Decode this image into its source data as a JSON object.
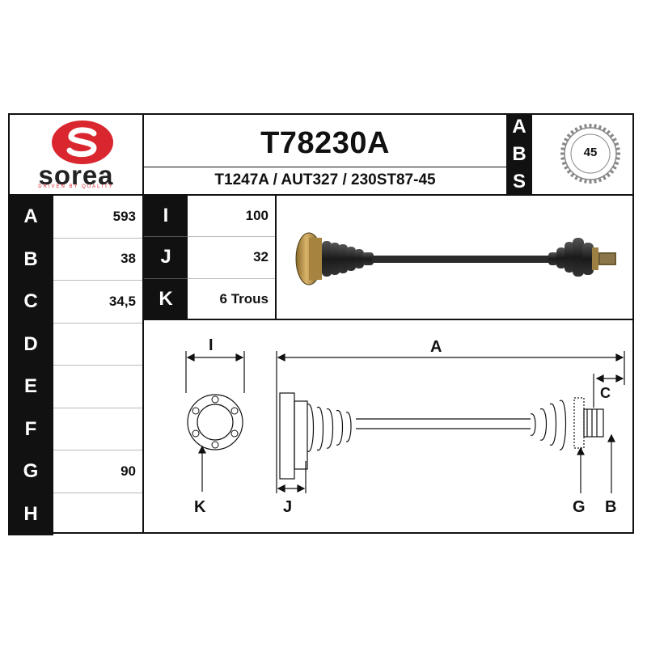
{
  "brand": {
    "logo_letter": "S",
    "name": "sorea",
    "tagline": "DRIVEN BY QUALITY",
    "logo_color": "#d9262f"
  },
  "header": {
    "part_number": "T78230A",
    "cross_refs": "T1247A / AUT327 / 230ST87-45"
  },
  "abs": {
    "letters": [
      "A",
      "B",
      "S"
    ],
    "teeth": "45"
  },
  "specs_left": [
    {
      "key": "A",
      "value": "593"
    },
    {
      "key": "B",
      "value": "38"
    },
    {
      "key": "C",
      "value": "34,5"
    },
    {
      "key": "D",
      "value": ""
    },
    {
      "key": "E",
      "value": ""
    },
    {
      "key": "F",
      "value": ""
    },
    {
      "key": "G",
      "value": "90"
    },
    {
      "key": "H",
      "value": ""
    }
  ],
  "specs_right": [
    {
      "key": "I",
      "value": "100"
    },
    {
      "key": "J",
      "value": "32"
    },
    {
      "key": "K",
      "value": "6 Trous"
    }
  ],
  "diagram": {
    "labels": {
      "I": "I",
      "A": "A",
      "C": "C",
      "K": "K",
      "J": "J",
      "G": "G",
      "B": "B"
    }
  }
}
